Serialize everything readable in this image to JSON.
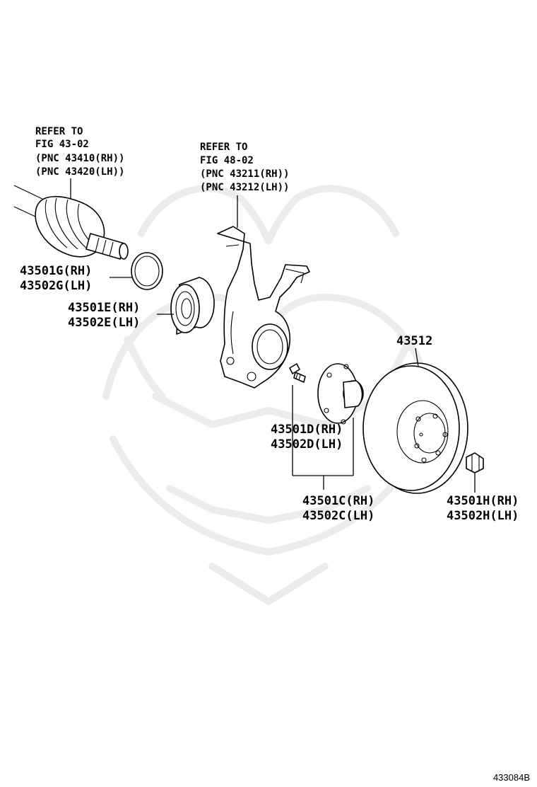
{
  "ref_knuckle": [
    "REFER TO",
    "FIG 48-02",
    "(PNC 43211(RH))",
    "(PNC 43212(LH))"
  ],
  "ref_axle": [
    "REFER TO",
    "FIG 43-02",
    "(PNC 43410(RH))",
    "(PNC 43420(LH))"
  ],
  "parts": {
    "snap_ring": [
      "43501G(RH)",
      "43502G(LH)"
    ],
    "bearing": [
      "43501E(RH)",
      "43502E(LH)"
    ],
    "disc": "43512",
    "hub_bolt": [
      "43501D(RH)",
      "43502D(LH)"
    ],
    "hub_assembly": [
      "43501C(RH)",
      "43502C(LH)"
    ],
    "nut": [
      "43501H(RH)",
      "43502H(LH)"
    ]
  },
  "figure_id": "433084B"
}
